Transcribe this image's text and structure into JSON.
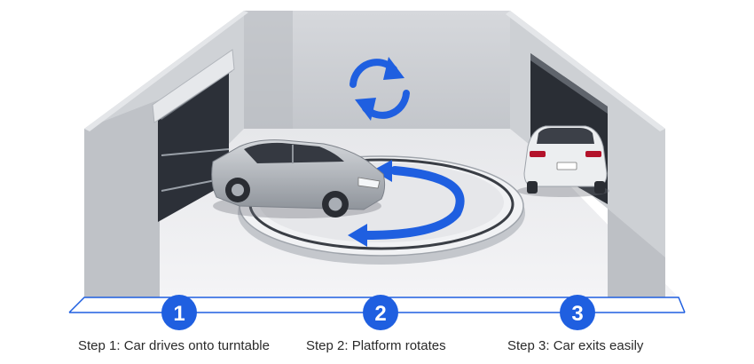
{
  "steps": [
    {
      "number": "1",
      "label": "Step 1: Car drives onto turntable"
    },
    {
      "number": "2",
      "label": "Step 2: Platform rotates"
    },
    {
      "number": "3",
      "label": "Step 3: Car exits easily"
    }
  ],
  "colors": {
    "accent_blue": "#1f5fe0",
    "wall": "#c8cbd0",
    "wall_dark": "#a9adb4",
    "floor": "#eeeef0",
    "platform": "#e4e5e8",
    "car_silver": "#b8bcc2"
  },
  "icons": [
    "rotate-arrows-icon",
    "rotation-arrow-icon"
  ]
}
